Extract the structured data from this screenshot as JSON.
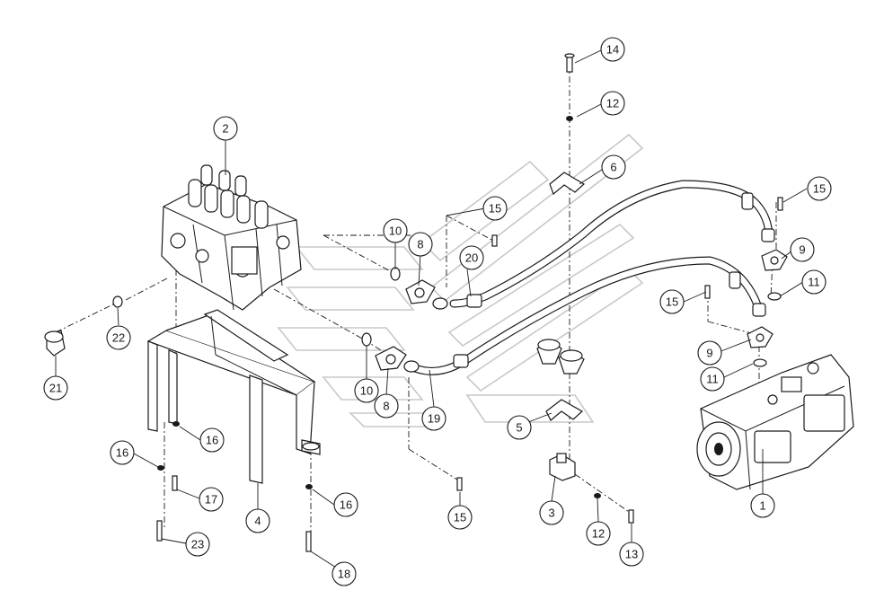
{
  "diagram": {
    "callouts": [
      {
        "id": "c1",
        "label": "1"
      },
      {
        "id": "c2",
        "label": "2"
      },
      {
        "id": "c3",
        "label": "3"
      },
      {
        "id": "c4",
        "label": "4"
      },
      {
        "id": "c5",
        "label": "5"
      },
      {
        "id": "c6",
        "label": "6"
      },
      {
        "id": "c8a",
        "label": "8"
      },
      {
        "id": "c8b",
        "label": "8"
      },
      {
        "id": "c9a",
        "label": "9"
      },
      {
        "id": "c9b",
        "label": "9"
      },
      {
        "id": "c10a",
        "label": "10"
      },
      {
        "id": "c10b",
        "label": "10"
      },
      {
        "id": "c11a",
        "label": "11"
      },
      {
        "id": "c11b",
        "label": "11"
      },
      {
        "id": "c12a",
        "label": "12"
      },
      {
        "id": "c12b",
        "label": "12"
      },
      {
        "id": "c13",
        "label": "13"
      },
      {
        "id": "c14",
        "label": "14"
      },
      {
        "id": "c15a",
        "label": "15"
      },
      {
        "id": "c15b",
        "label": "15"
      },
      {
        "id": "c15c",
        "label": "15"
      },
      {
        "id": "c15d",
        "label": "15"
      },
      {
        "id": "c16a",
        "label": "16"
      },
      {
        "id": "c16b",
        "label": "16"
      },
      {
        "id": "c16c",
        "label": "16"
      },
      {
        "id": "c17",
        "label": "17"
      },
      {
        "id": "c18",
        "label": "18"
      },
      {
        "id": "c19",
        "label": "19"
      },
      {
        "id": "c20",
        "label": "20"
      },
      {
        "id": "c21",
        "label": "21"
      },
      {
        "id": "c22",
        "label": "22"
      },
      {
        "id": "c23",
        "label": "23"
      }
    ]
  }
}
